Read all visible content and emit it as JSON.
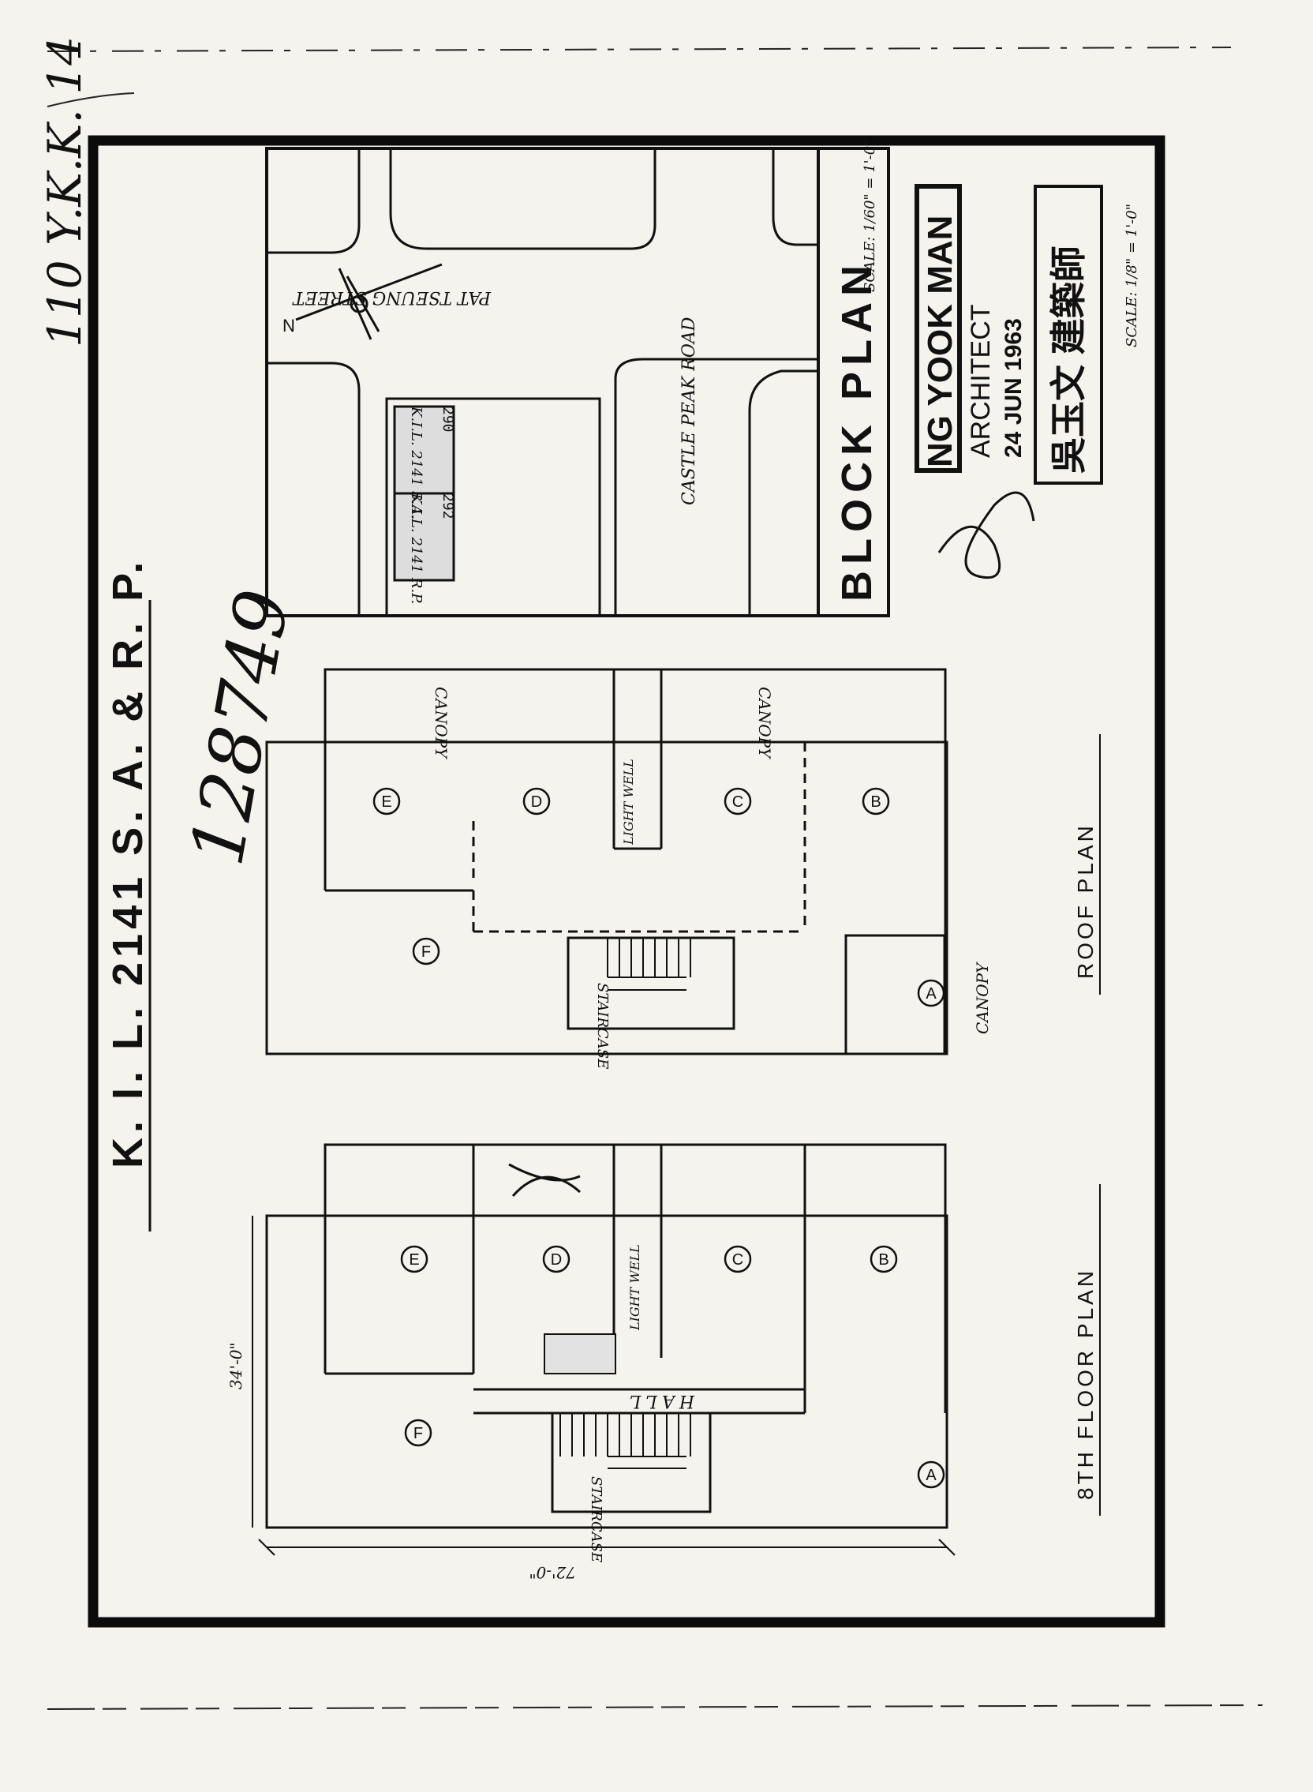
{
  "sheet": {
    "main_title": "K. I. L. 2141 S. A. & R. P.",
    "reference_number": "128749",
    "corner_note": "110 Y.K.K. 14"
  },
  "block_plan": {
    "title": "BLOCK PLAN",
    "scale": "SCALE: 1/60\" = 1'-0\"",
    "street_1": "PAT TSEUNG STREET",
    "street_2": "CASTLE PEAK ROAD",
    "lot_1": "K.I.L. 2141 S.A.",
    "lot_2": "K.I.L. 2141 R.P.",
    "lot_1_number": "290",
    "lot_2_number": "292",
    "north_label": "N"
  },
  "roof_plan": {
    "title": "ROOF PLAN",
    "units": [
      "E",
      "D",
      "C",
      "B",
      "F",
      "A"
    ],
    "canopy_label": "CANOPY",
    "light_well_label": "LIGHT WELL",
    "staircase_label": "STAIRCASE"
  },
  "floor_plan": {
    "title": "8TH FLOOR PLAN",
    "units": [
      "E",
      "D",
      "C",
      "B",
      "F",
      "A"
    ],
    "hall_label": "HALL",
    "light_well_label": "LIGHT WELL",
    "staircase_label": "STAIRCASE",
    "dimension_depth": "34'-0\"",
    "dimension_length": "72'-0\""
  },
  "stamp": {
    "name": "NG YOOK MAN",
    "role": "ARCHITECT",
    "date": "24 JUN 1963",
    "chinese": "吳玉文 建築師",
    "scale": "SCALE: 1/8\" = 1'-0\""
  }
}
